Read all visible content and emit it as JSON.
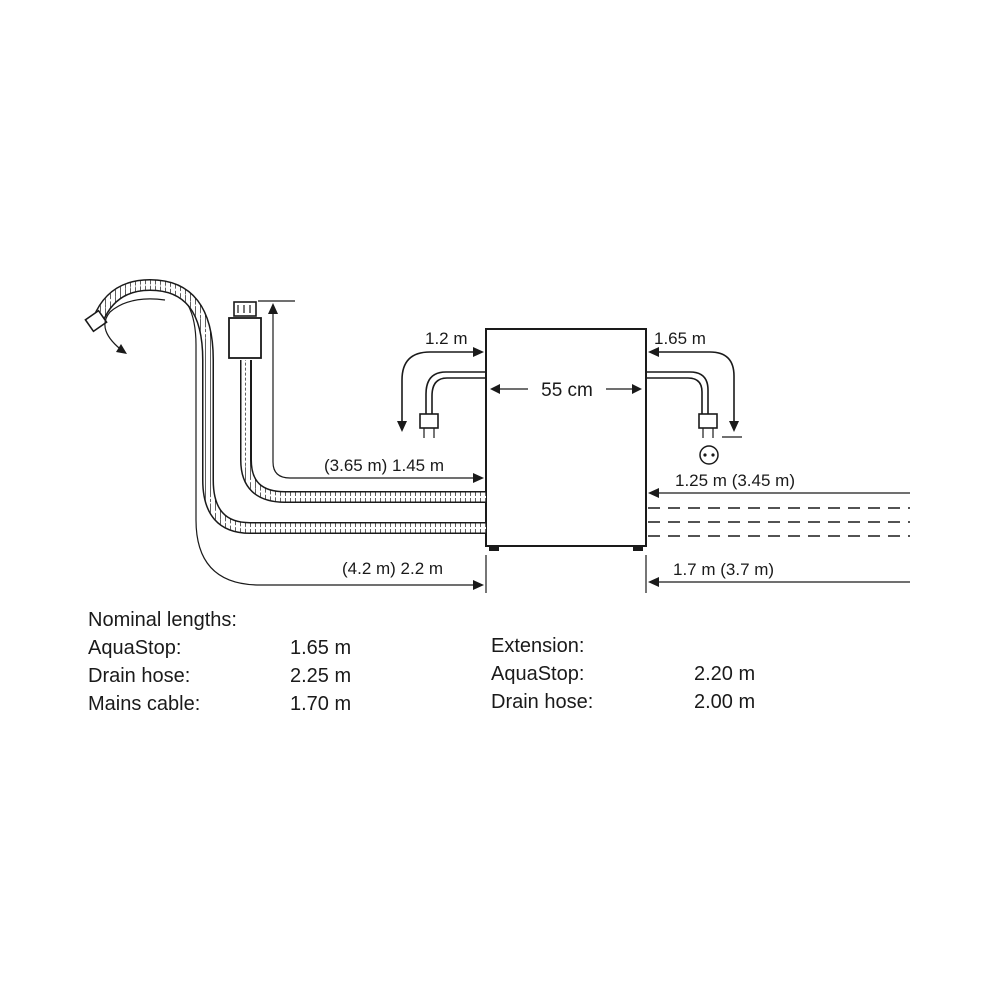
{
  "diagram": {
    "width_label": "55 cm",
    "left_top_label": "1.2 m",
    "right_top_label": "1.65 m",
    "drain_label": "(3.65 m) 1.45 m",
    "aquastop_left_label": "(4.2 m) 2.2 m",
    "right_mid_label": "1.25 m (3.45 m)",
    "right_bottom_label": "1.7 m (3.7 m)"
  },
  "nominal": {
    "heading": "Nominal lengths:",
    "rows": [
      {
        "label": "AquaStop:",
        "value": "1.65 m"
      },
      {
        "label": "Drain hose:",
        "value": "2.25 m"
      },
      {
        "label": "Mains cable:",
        "value": "1.70 m"
      }
    ]
  },
  "extension": {
    "heading": "Extension:",
    "rows": [
      {
        "label": "AquaStop:",
        "value": "2.20 m"
      },
      {
        "label": "Drain hose:",
        "value": "2.00 m"
      }
    ]
  }
}
